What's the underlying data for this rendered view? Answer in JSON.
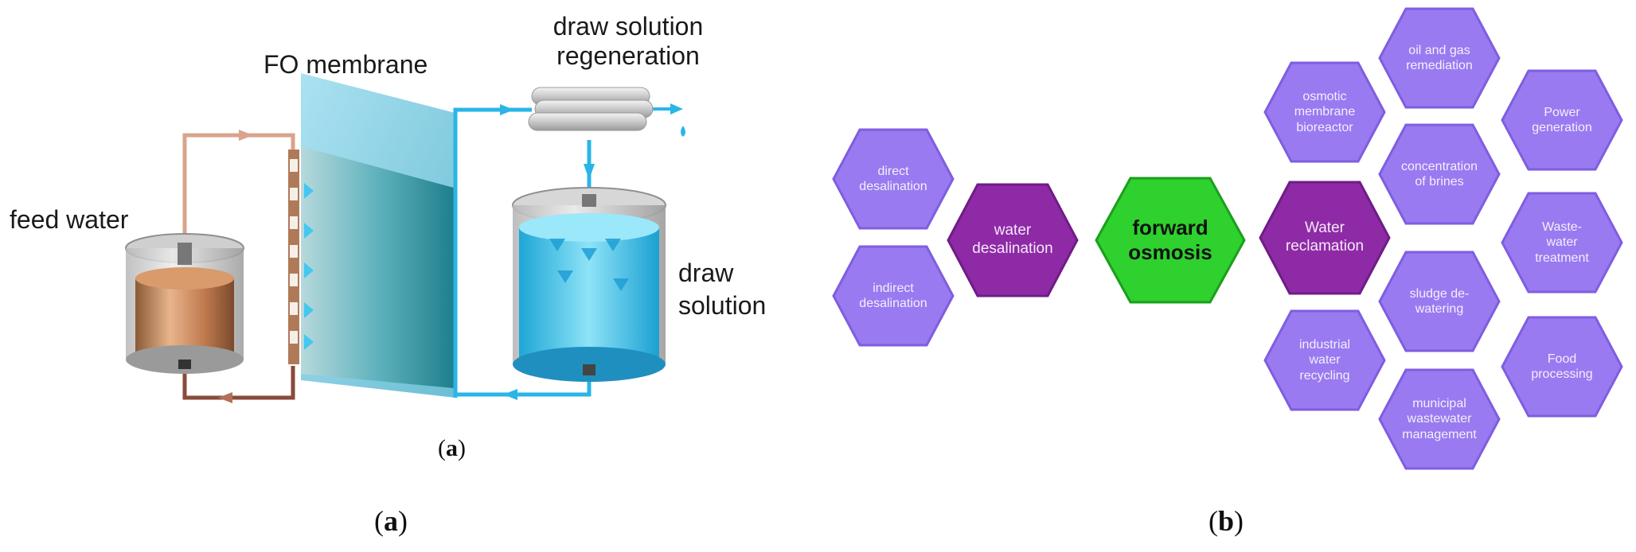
{
  "panel_a": {
    "labels": {
      "fo_membrane": "FO membrane",
      "draw_solution_regeneration_line1": "draw solution",
      "draw_solution_regeneration_line2": "regeneration",
      "feed_water": "feed water",
      "draw_solution_line1": "draw",
      "draw_solution_line2": "solution",
      "inner_caption_open": "(",
      "inner_caption_letter": "a",
      "inner_caption_close": ")"
    },
    "colors": {
      "feed_loop": "#d9a38c",
      "feed_return": "#8a4a3a",
      "draw_loop": "#29b5e8",
      "membrane": "#2f9db2",
      "tank_water": "#3cc4ec"
    }
  },
  "panel_b": {
    "center": {
      "line1": "forward",
      "line2": "osmosis"
    },
    "mid": {
      "left": {
        "line1": "water",
        "line2": "desalination"
      },
      "right": {
        "line1": "Water",
        "line2": "reclamation"
      }
    },
    "apps": {
      "direct_desalination": [
        "direct",
        "desalination"
      ],
      "indirect_desalination": [
        "indirect",
        "desalination"
      ],
      "osmotic_membrane_bioreactor": [
        "osmotic",
        "membrane",
        "bioreactor"
      ],
      "oil_and_gas_remediation": [
        "oil and gas",
        "remediation"
      ],
      "power_generation": [
        "Power",
        "generation"
      ],
      "concentration_of_brines": [
        "concentration",
        "of brines"
      ],
      "wastewater_treatment": [
        "Waste-",
        "water",
        "treatment"
      ],
      "sludge_dewatering": [
        "sludge de-",
        "watering"
      ],
      "industrial_water_recycling": [
        "industrial",
        "water",
        "recycling"
      ],
      "food_processing": [
        "Food",
        "processing"
      ],
      "municipal_wastewater_management": [
        "municipal",
        "wastewater",
        "management"
      ]
    },
    "colors": {
      "app_fill": "#9a7af0",
      "app_stroke": "#7e5ee0",
      "mid_fill": "#8e2aa6",
      "center_fill": "#2ed12e"
    }
  },
  "captions": {
    "a": {
      "open": "(",
      "letter": "a",
      "close": ")"
    },
    "b": {
      "open": "(",
      "letter": "b",
      "close": ")"
    }
  }
}
